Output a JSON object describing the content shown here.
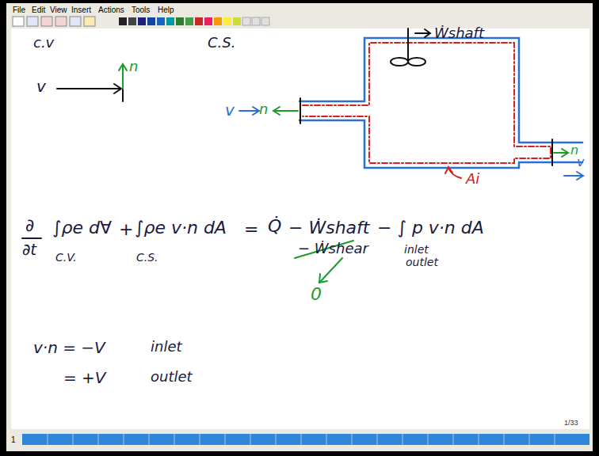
{
  "diagram": {
    "labels": [
      "File",
      "Edit",
      "View",
      "Insert",
      "Actions",
      "Tools",
      "Help",
      "c.v",
      "C.S.",
      "v",
      "n",
      "Ẇshaft",
      "v",
      "n",
      "n",
      "v",
      "Ai",
      "∂",
      "∂t",
      "∫ρe d∀",
      "+",
      "∫ρe v·n dA",
      "=",
      "Q̇",
      "− Ẇshaft",
      "− ∫ p v·n dA",
      "C.V.",
      "C.S.",
      "− Ẇshear",
      "0",
      "inlet",
      "outlet",
      "v·n = −V",
      "inlet",
      "= +V",
      "outlet",
      "1/33",
      "1"
    ]
  }
}
